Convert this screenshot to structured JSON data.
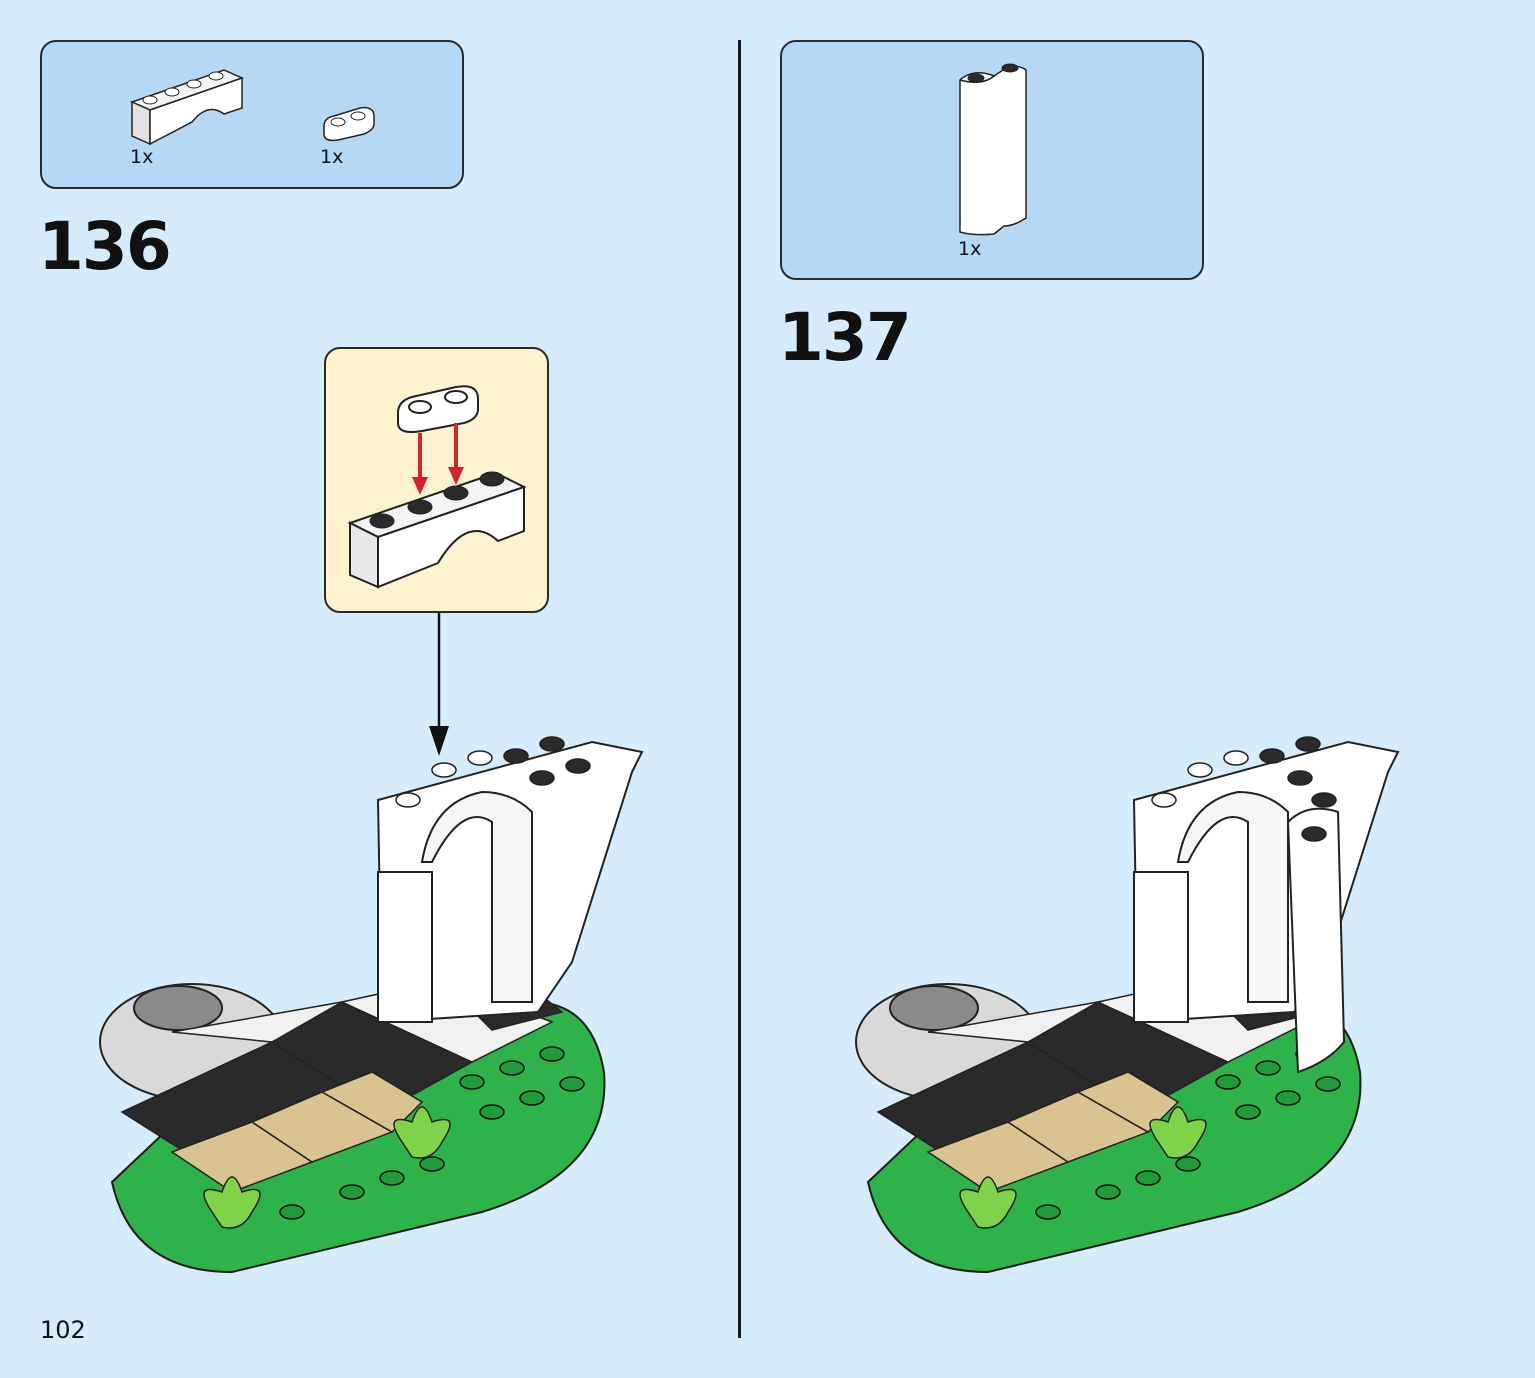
{
  "page_number": "102",
  "steps": [
    {
      "number": "136",
      "parts": [
        {
          "qty": "1x",
          "icon": "white-arch-brick-icon"
        },
        {
          "qty": "1x",
          "icon": "white-plate-1x2-rounded-icon"
        }
      ],
      "callout": true
    },
    {
      "number": "137",
      "parts": [
        {
          "qty": "1x",
          "icon": "white-curved-panel-icon"
        }
      ]
    }
  ],
  "colors": {
    "background": "#d6ecfb",
    "parts_box": "#b5d8f5",
    "callout": "#fdf4cf",
    "arrow_red": "#d6222a",
    "green": "#2eb34a",
    "tan": "#d9c48f",
    "black_tile": "#2a2a2a"
  }
}
